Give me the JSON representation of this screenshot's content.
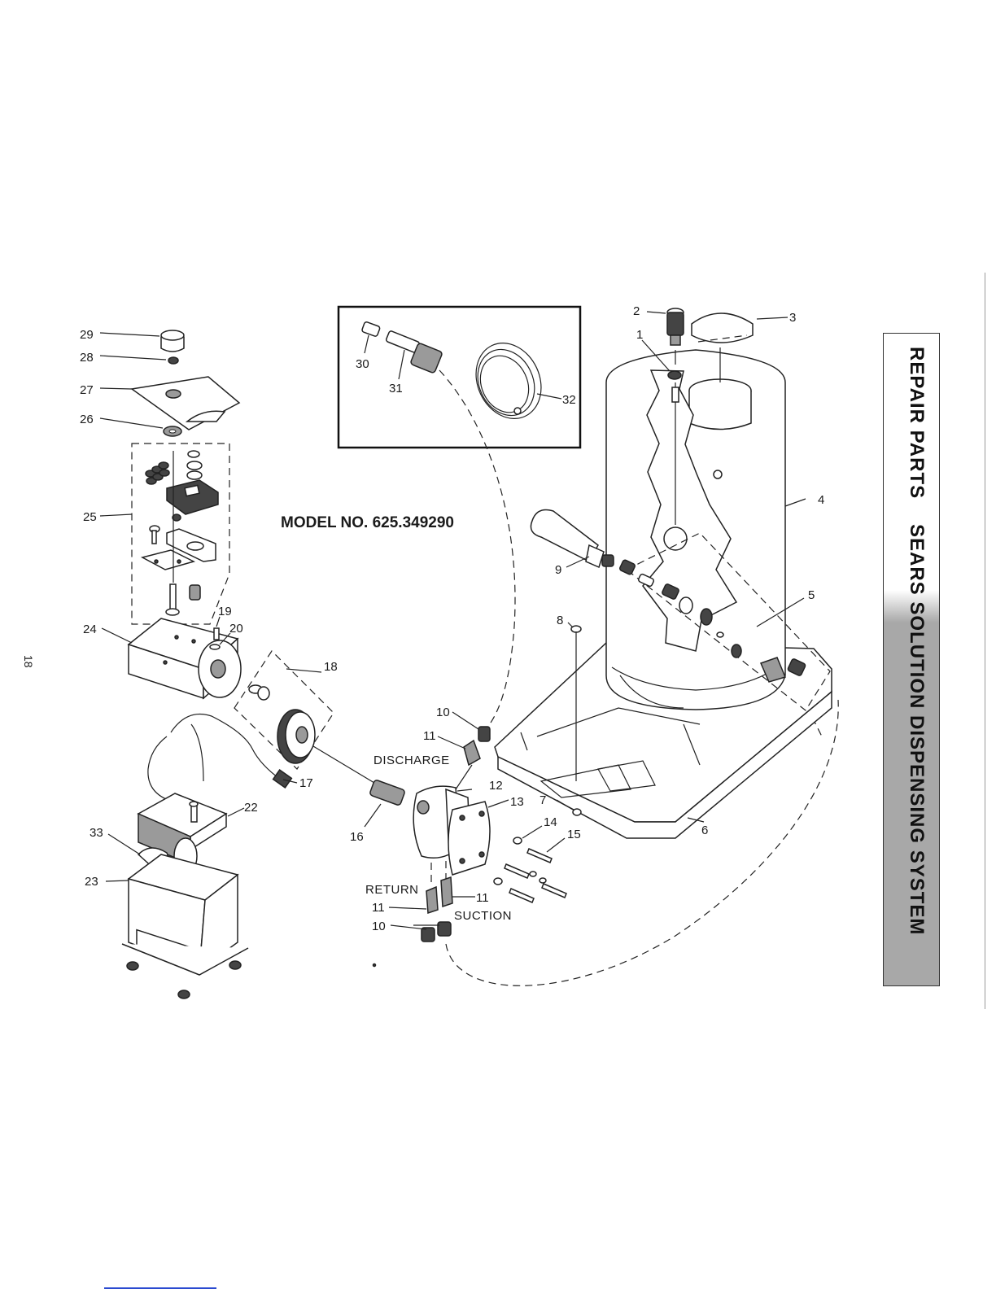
{
  "model_label": "MODEL NO. 625.349290",
  "page_number": "18",
  "side_tab": {
    "title": "REPAIR PARTS",
    "subtitle": "SEARS SOLUTION DISPENSING SYSTEM"
  },
  "callouts": {
    "discharge": "DISCHARGE",
    "return": "RETURN",
    "suction": "SUCTION"
  },
  "part_numbers": {
    "p1": "1",
    "p2": "2",
    "p3": "3",
    "p4": "4",
    "p5": "5",
    "p6": "6",
    "p7": "7",
    "p8": "8",
    "p9": "9",
    "p10a": "10",
    "p10b": "10",
    "p11a": "11",
    "p11b": "11",
    "p11c": "11",
    "p12": "12",
    "p13": "13",
    "p14": "14",
    "p15": "15",
    "p16": "16",
    "p17": "17",
    "p18": "18",
    "p19": "19",
    "p20": "20",
    "p22": "22",
    "p23": "23",
    "p24": "24",
    "p25": "25",
    "p26": "26",
    "p27": "27",
    "p28": "28",
    "p29": "29",
    "p30": "30",
    "p31": "31",
    "p32": "32",
    "p33": "33"
  },
  "colors": {
    "line": "#222222",
    "tab_shade": "#a8a8a8"
  }
}
